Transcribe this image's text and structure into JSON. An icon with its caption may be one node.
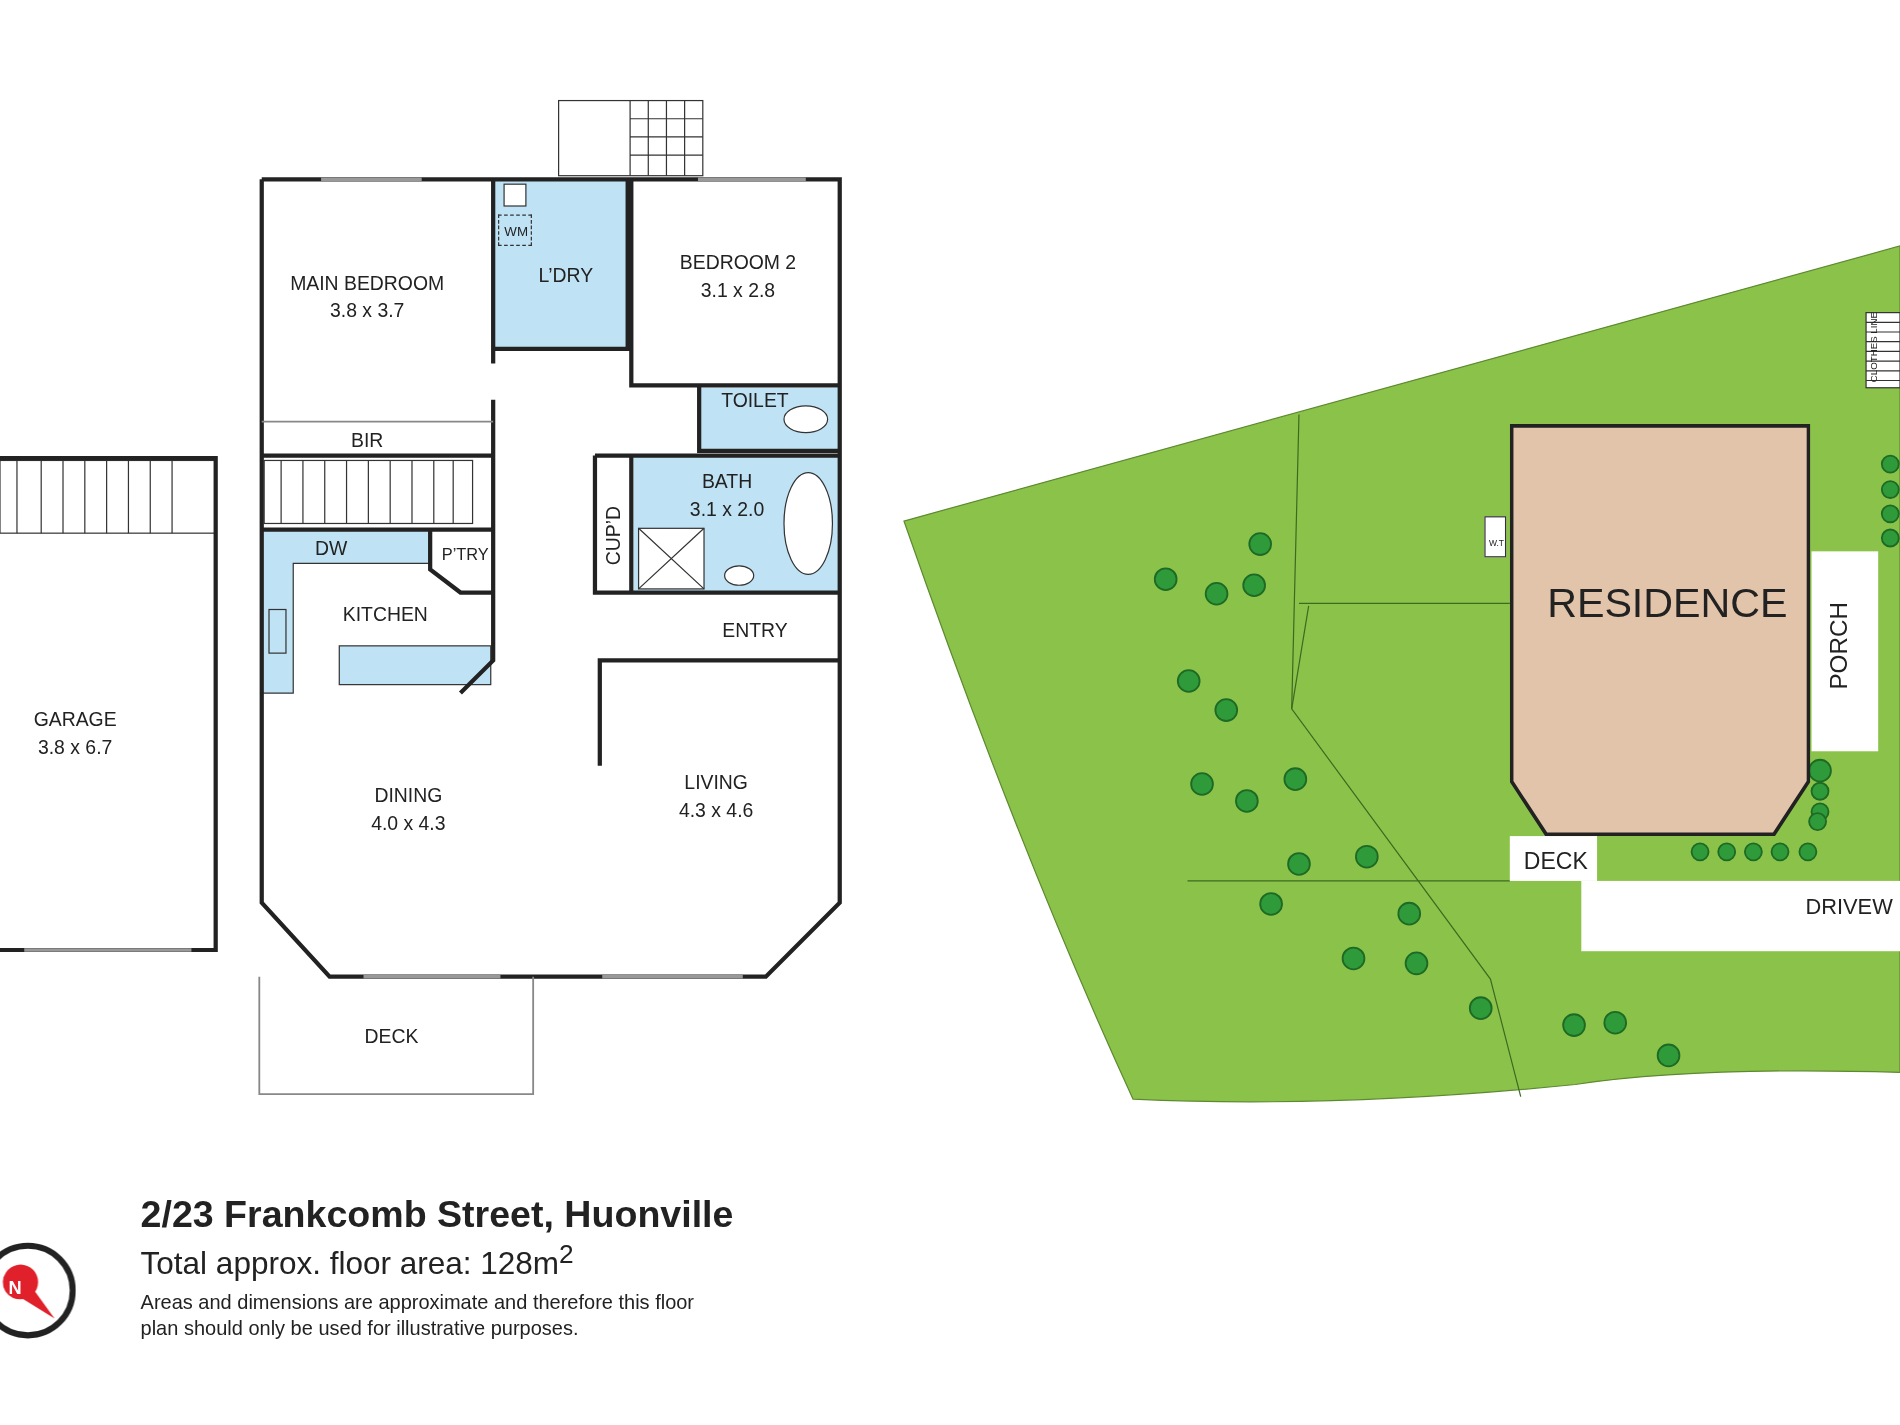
{
  "diagram": {
    "title": "2/23 Frankcomb Street, Huonville",
    "nodes": [
      {
        "text": [
          "MAIN BEDROOM",
          "3.8 x 3.7"
        ]
      },
      {
        "text": [
          "L’DRY"
        ]
      },
      {
        "text": [
          "WM"
        ],
        "in": 1
      },
      {
        "text": [
          "BEDROOM 2",
          "3.1 x 2.8"
        ]
      },
      {
        "text": [
          "TOILET"
        ]
      },
      {
        "text": [
          "BIR"
        ]
      },
      {
        "text": [
          "BATH",
          "3.1 x 2.0"
        ]
      },
      {
        "text": [
          "CUP’D"
        ]
      },
      {
        "text": [
          "P’TRY"
        ]
      },
      {
        "text": [
          "KITCHEN"
        ]
      },
      {
        "text": [
          "GARAGE",
          "3.8 x 6.7"
        ]
      },
      {
        "text": [
          "ENTRY"
        ]
      },
      {
        "text": [
          "DINING",
          "4.0 x 4.3"
        ]
      },
      {
        "text": [
          "LIVING",
          "4.3 x 4.6"
        ]
      },
      {
        "text": [
          "DECK"
        ]
      },
      {
        "text": [
          "W.T"
        ]
      },
      {
        "text": [
          "RESIDENCE"
        ]
      },
      {
        "text": [
          "PORCH"
        ]
      },
      {
        "text": [
          "DECK"
        ]
      },
      {
        "text": [
          "DRIVEW"
        ]
      }
    ],
    "labels": [
      "DW",
      "CLOTHES LINE",
      "Total approx. floor area: 128m$^{2}$",
      "Areas and dimensions are approximate and therefore this floor plan should only be used for illustrative purposes.",
      "N"
    ]
  }
}
